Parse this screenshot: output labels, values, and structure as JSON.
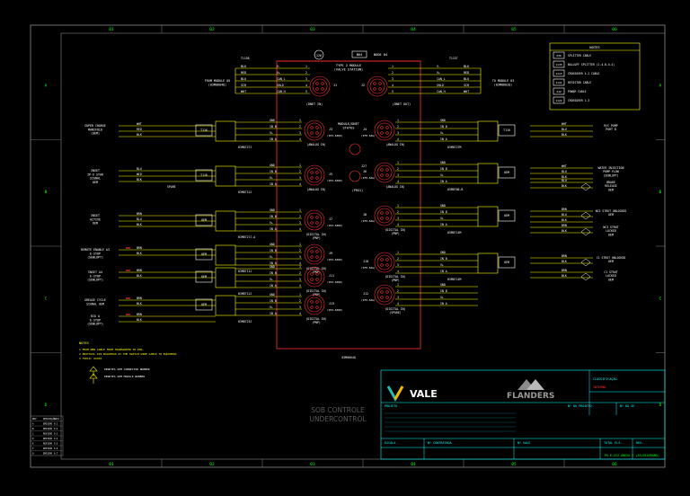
{
  "border": {
    "columns": [
      "01",
      "02",
      "03",
      "04",
      "05",
      "06"
    ],
    "rows": [
      "A",
      "B",
      "C",
      "D"
    ]
  },
  "notes_box": {
    "title": "NOTES",
    "items": [
      {
        "code": "236",
        "label": "SPLITTER CABLE"
      },
      {
        "code": "1135",
        "label": "BALLUFF SPLITTER (2-4-8-4-4)"
      },
      {
        "code": "1113",
        "label": "CROSSOVER 4-2 CABLE"
      },
      {
        "code": "1121",
        "label": "RESISTOR CABLE"
      },
      {
        "code": "212",
        "label": "POWER CABLE"
      },
      {
        "code": "1122",
        "label": "CROSSOVER 1-3"
      }
    ]
  },
  "header": {
    "node_box": "N04",
    "node_label": "NODE 04",
    "top_box": "226",
    "module_title": "TYPE 2 MODULE\n(VALVE STATION)",
    "module_status": "MODULE/DNET\nSTATUS"
  },
  "top_left_net": {
    "tag": "T1158",
    "from": "FROM MODULE 05\n(03M0604Q)",
    "wires": [
      "BLK",
      "RED",
      "BLU",
      "SCR",
      "WHT"
    ],
    "pins": [
      "V-",
      "V+",
      "CAN_L",
      "SHLD",
      "CAN_H"
    ],
    "nums": [
      "1",
      "2",
      "3",
      "4",
      "5"
    ],
    "conn": "J1",
    "caption": "(DNET IN)"
  },
  "top_right_net": {
    "tag": "T1157",
    "to": "TO MODULE 03\n(03M0602Q)",
    "wires": [
      "BLK",
      "RED",
      "BLU",
      "SCR",
      "WHT"
    ],
    "pins": [
      "V-",
      "V+",
      "CAN_L",
      "SHLD",
      "CAN_H"
    ],
    "nums": [
      "1",
      "2",
      "3",
      "4",
      "5"
    ],
    "conn": "J2",
    "caption": "(DNET OUT)"
  },
  "left_devices": [
    {
      "name": "SUPER CHARGE\nMANIFOLD\n(OEM)",
      "wires": [
        "WHT",
        "RED",
        "BLK"
      ],
      "cable": "T116",
      "tag": "03M0727J",
      "conn": "J3",
      "caption": "(ANALOG IN)",
      "rating": "(IP2-6ZQ0)"
    },
    {
      "name": "INSET\nIP-X STAR\nSIGNAL\nOEM",
      "wires": [
        "BLU",
        "WID",
        "BLK"
      ],
      "cable": "T116",
      "tag": "03M0712J",
      "conn": "J5",
      "caption": "(ANALOG IN)",
      "rating": "(IP2-6ZQ0)",
      "extra": "SPARE"
    },
    {
      "name": "INSET\nACTIVE\nOEM",
      "wires": [
        "BRN",
        "BLU",
        "BLK"
      ],
      "cable": "OEM",
      "tag": "03M0727J-A",
      "conn": "J7",
      "caption": "(DIGITAL IN)\n(PNP)",
      "rating": "(IP2-6ZQ0)"
    },
    {
      "name": "REMOTE ENABLE A3\nE-STOP\n(SEWLOPT)",
      "wires": [
        "BRN",
        "BLK"
      ],
      "cable": "OEM",
      "tag": "03M0711J",
      "conn": "J9",
      "caption": "(DIGITAL IN)\n(PNP)",
      "rating": "(IP2-6ZQ0)"
    },
    {
      "name": "INSET A4\nE-STOP\n(SEWLOPT)",
      "wires": [
        "BRN",
        "BLK"
      ],
      "cable": "OEM",
      "tag": "03M0712J",
      "conn": "J11",
      "caption": "(DIGITAL IN)\n(PNP)",
      "rating": "(IP2-6ZQ0)"
    },
    {
      "name": "GREASE CYCLE\nSIGNAL OEM",
      "wires": [
        "BRN",
        "BLK"
      ],
      "cable": "OEM",
      "tag": "03M0723J",
      "conn": "J13",
      "caption": "(DIGITAL IN)\n(PNP)",
      "rating": "(IP2-6ZQ0)"
    },
    {
      "name": "RIG A\nE-STOP\n(SEWLOPT)",
      "wires": [
        "BRN",
        "BLK"
      ],
      "cable": "",
      "tag": "",
      "conn": "",
      "caption": "",
      "rating": ""
    }
  ],
  "right_devices": [
    {
      "name": "M/C PUMP\nPORT B",
      "wires": [
        "WHT",
        "BLU",
        "BLK"
      ],
      "cable": "T116",
      "tag": "03M0727M",
      "conn": "J4",
      "caption": "(ANALOG IN)",
      "rating": "(IFH-6Za)"
    },
    {
      "name": "WATER INJECTION\nPUMP FLOW\n(SEWLOPT)",
      "wires": [
        "WHT",
        "BLU",
        "BLK"
      ],
      "cable": "OEM",
      "tag": "03M0706-B",
      "conn": "J6",
      "caption": "(ANALOG IN)",
      "rating": "(IFH-6Za)"
    },
    {
      "name": "BRAKE\nRELEASE\nOEM",
      "wires": [
        "BLU",
        "BLK"
      ],
      "cable": "",
      "tag": "",
      "conn": "",
      "caption": "",
      "rating": ""
    },
    {
      "name": "NC3 STRUT UNLOCKED\nOEM",
      "wires": [
        "BRN",
        "BLU",
        "BLK"
      ],
      "cable": "OEM",
      "tag": "03M0714M",
      "conn": "J8",
      "caption": "(DIGITAL IN)\n(PNP)",
      "rating": "(IFH-6Za)"
    },
    {
      "name": "NC3 STRUT\nLOCKED\nOEM",
      "wires": [
        "BRN",
        "BLK"
      ],
      "cable": "",
      "tag": "",
      "conn": "",
      "caption": "",
      "rating": ""
    },
    {
      "name": "C1 STRUT UNLOCKED\nOEM",
      "wires": [
        "BRN",
        "BLK"
      ],
      "cable": "OEM",
      "tag": "03M0714M",
      "conn": "J10",
      "caption": "(DIGITAL IN)\n(PNP)",
      "rating": "(IFH-6Za)"
    },
    {
      "name": "C1 STRUT\nLOCKED\nOEM",
      "wires": [
        "BRN",
        "BLK"
      ],
      "cable": "",
      "tag": "",
      "conn": "",
      "caption": "",
      "rating": ""
    },
    {
      "name": "",
      "wires": [],
      "cable": "",
      "tag": "",
      "conn": "J12",
      "caption": "(DIGITAL IN)\n(SPARE)",
      "rating": "(IFH-6Za)"
    }
  ],
  "pin_labels": {
    "analog": [
      "GND",
      "IN B",
      "V+",
      "IN A"
    ],
    "digital": [
      "GND",
      "IN B",
      "V+",
      "IN A"
    ]
  },
  "module_id": "03M0604Q",
  "footnotes": {
    "title": "NOTES",
    "lines": [
      "1 FROM NEW CABLE FROM TRANSDUCER TO PRG.",
      "2 PROTOCOL IP2 BULKHEAD AT THE SWITCH WIRE CABLE TO BULKHEAD",
      "3 FIELD: XXXXX"
    ],
    "legend": [
      {
        "label": "DENOTES OEM CONNECTOR NUMBER"
      },
      {
        "label": "DENOTES OEM MODULE NUMBER"
      }
    ]
  },
  "watermark": "SOB CONTROLE\nUNDERCONTROL",
  "revision_table": {
    "header": [
      "REV",
      "DESCRIÇÃO",
      "DATA"
    ],
    "rows": [
      [
        "A",
        "EMISSÃO",
        "0.1"
      ],
      [
        "B",
        "REVISÃO",
        "0.2"
      ],
      [
        "C",
        "REVISÃO",
        "0.3"
      ],
      [
        "D",
        "REVISÃO",
        "0.4"
      ],
      [
        "E",
        "REVISÃO",
        "0.5"
      ],
      [
        "F",
        "REVISÃO",
        "0.6"
      ],
      [
        "0",
        "EMISSÃO",
        "0.7"
      ]
    ]
  },
  "title_block": {
    "vale": "VALE",
    "flanders": "FLANDERS",
    "classificacao": "CLASSIFICAÇÃO",
    "classificacao_value": "INTERNO",
    "projeto": "PROJETO",
    "n_projeto": "Nº DO PROJETO",
    "n_se": "Nº DA SE",
    "escala": "ESCALA",
    "n_contratada": "Nº CONTRATADA",
    "n_vale": "Nº VALE",
    "total_fl": "TOTAL FLS.",
    "rev": "REV.",
    "drawing": "PR-E-222-ANEXO E (A3/DIAGRAMA)"
  },
  "colors": {
    "frame": "#6f6f6f",
    "wire_yellow": "#ffff00",
    "wire_green": "#00ff00",
    "wire_red": "#ff3030",
    "text_white": "#ffffff",
    "text_cyan": "#00ffff",
    "accent_magenta": "#ff00ff",
    "grid_green": "#00c000"
  }
}
